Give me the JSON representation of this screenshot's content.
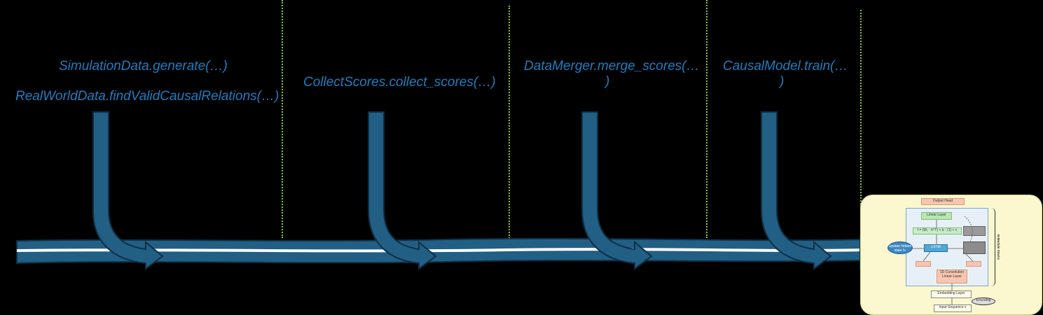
{
  "steps": [
    {
      "lines": [
        "SimulationData.generate(…)",
        "RealWorldData.findValidCausalRelations(…)"
      ]
    },
    {
      "lines": [
        "CollectScores.collect_scores(…)"
      ]
    },
    {
      "lines": [
        "DataMerger.merge_scores(…",
        ")"
      ]
    },
    {
      "lines": [
        "CausalModel.train(…",
        ")"
      ]
    }
  ],
  "model": {
    "output_head": "Output Head",
    "linear_top": "Linear Layer",
    "formula": "f = (W₁ · h^T) + b · (1) + c",
    "lstm": "LSTM",
    "attention": "Update hidden state hₜ",
    "conv_layer": "1D Convolution Linear Layer",
    "embedding": "Embedding Layer",
    "input_seq": "Input Sequence x",
    "encoding": "Encoding",
    "side_label": "N-Module Stacks"
  },
  "colors": {
    "label": "#1f7dc1",
    "arrow_fill": "#215f85",
    "arrow_stroke": "#0f2f44",
    "divider": "#86c440",
    "inset_bg": "#fbf7cf"
  }
}
